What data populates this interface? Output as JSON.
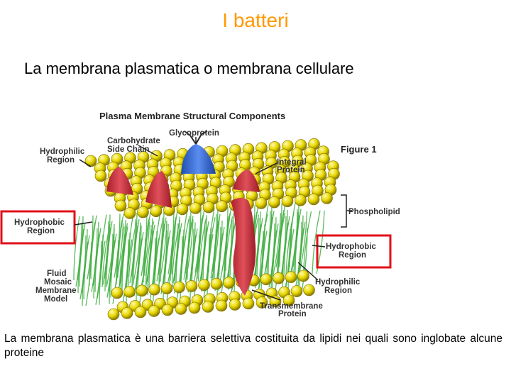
{
  "slide": {
    "title": "I batteri",
    "subtitle": "La membrana plasmatica o membrana cellulare",
    "caption": "La membrana plasmatica è una barriera selettiva costituita da lipidi nei quali sono inglobate alcune proteine"
  },
  "figure": {
    "heading": "Plasma Membrane Structural Components",
    "figure_number": "Figure 1",
    "labels": {
      "glycoprotein": "Glycoprotein",
      "carbohydrate_1": "Carbohydrate",
      "carbohydrate_2": "Side Chain",
      "hydrophilic_top_1": "Hydrophilic",
      "hydrophilic_top_2": "Region",
      "integral_1": "Integral",
      "integral_2": "Protein",
      "phospholipid": "Phospholipid",
      "hydrophobic_left_1": "Hydrophobic",
      "hydrophobic_left_2": "Region",
      "hydrophobic_right_1": "Hydrophobic",
      "hydrophobic_right_2": "Region",
      "fluid_1": "Fluid",
      "fluid_2": "Mosaic",
      "fluid_3": "Membrane",
      "fluid_4": "Model",
      "hydrophilic_bottom_1": "Hydrophilic",
      "hydrophilic_bottom_2": "Region",
      "transmembrane_1": "Transmembrane",
      "transmembrane_2": "Protein"
    },
    "colors": {
      "highlight_box": "#e0101a",
      "lipid_head": "#e8d800",
      "lipid_tail": "#3fae3f",
      "protein": "#d23a3a",
      "glycoprotein": "#3a6fd8"
    }
  }
}
